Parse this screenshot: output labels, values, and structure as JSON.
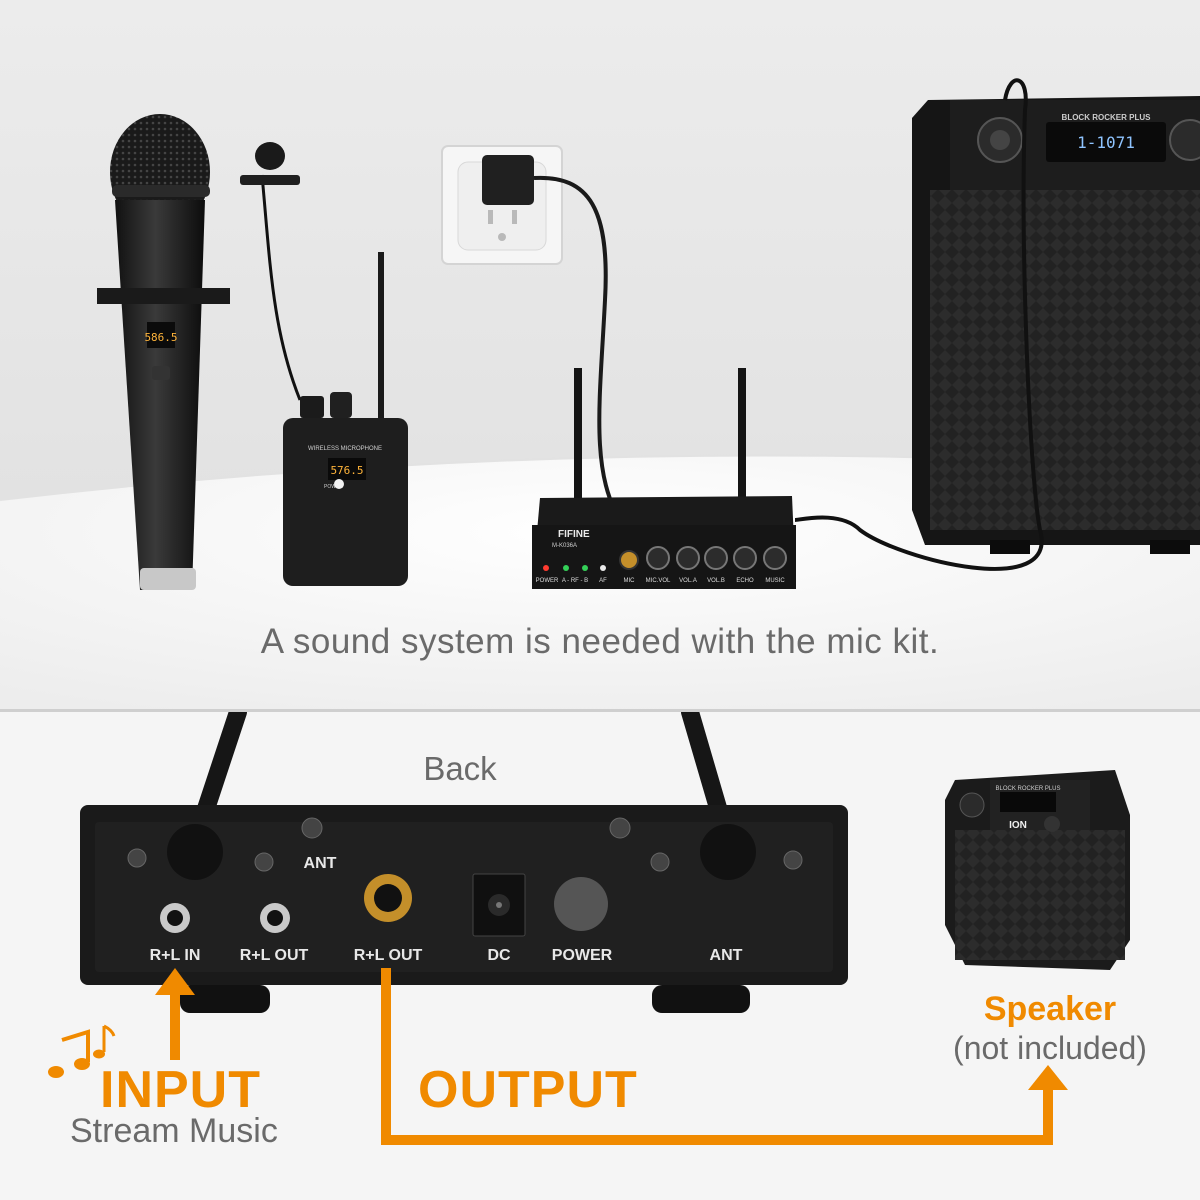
{
  "top": {
    "caption": "A sound system is needed with the mic kit.",
    "receiver_brand": "FIFINE",
    "receiver_model": "M-K036A",
    "receiver_front_labels": [
      "POWER",
      "A - RF - B",
      "AF",
      "MIC",
      "MIC.VOL",
      "VOL.A",
      "VOL.B",
      "ECHO",
      "MUSIC"
    ],
    "mic_display": "586.5",
    "bodypack_display": "576.5",
    "bodypack_label": "WIRELESS MICROPHONE",
    "bodypack_power": "POWER",
    "speaker_brand": "BLOCK ROCKER PLUS",
    "speaker_display": "1-1071"
  },
  "bottom": {
    "back_label": "Back",
    "port_labels": {
      "ant_top": "ANT",
      "rl_in": "R+L IN",
      "rl_out_1": "R+L OUT",
      "rl_out_2": "R+L OUT",
      "dc": "DC",
      "power": "POWER",
      "ant_right": "ANT"
    },
    "speaker_title": "Speaker",
    "speaker_sub": "(not included)",
    "speaker_brand_small": "BLOCK ROCKER PLUS",
    "speaker_logo": "ION",
    "input_title": "INPUT",
    "input_sub": "Stream Music",
    "output_title": "OUTPUT",
    "music_icon": "music-notes-icon"
  },
  "colors": {
    "accent_orange": "#f08a00",
    "text_gray": "#6a6a6a",
    "device_black": "#1c1c1c"
  }
}
